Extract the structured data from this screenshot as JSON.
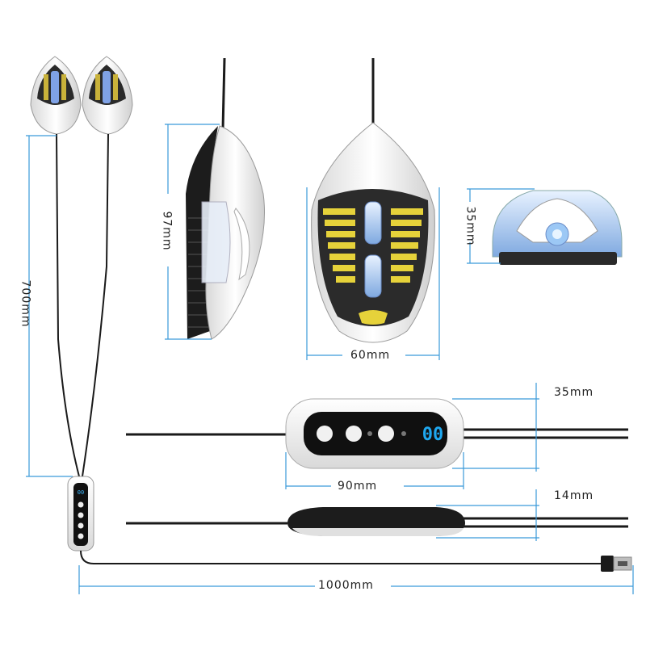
{
  "dimensions": {
    "cable_length": "700mm",
    "dryer_height": "97mm",
    "dryer_width": "60mm",
    "dryer_depth": "35mm",
    "controller_width_top": "35mm",
    "controller_length": "90mm",
    "controller_thickness": "14mm",
    "usb_cable_length": "1000mm"
  },
  "controller_display": "00",
  "colors": {
    "dimension_line": "#3a9ad9",
    "shell_white": "#f4f4f4",
    "shell_black": "#1c1c1c",
    "heating_yellow": "#e6d23a",
    "uv_blue": "#7fb3f0",
    "led_blue": "#1fa8f0",
    "cable": "#1a1a1a"
  }
}
